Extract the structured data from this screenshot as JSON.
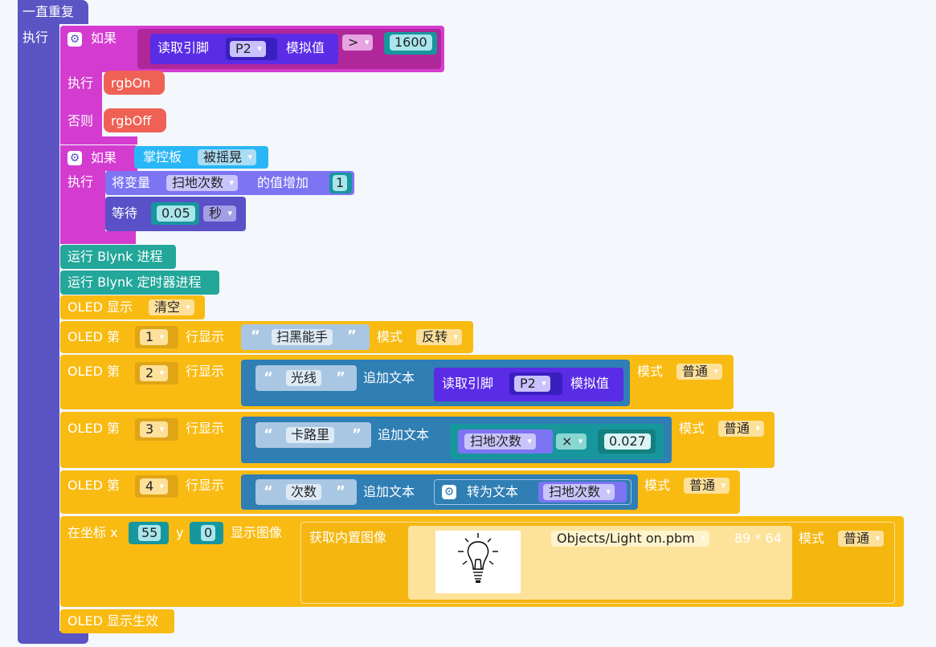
{
  "forever": {
    "label": "一直重复",
    "do_label": "执行"
  },
  "if1": {
    "if_label": "如果",
    "read_pin_label": "读取引脚",
    "pin": "P2",
    "analog_label": "模拟值",
    "operator": ">",
    "threshold": "1600",
    "then_label": "执行",
    "then_action": "rgbOn",
    "else_label": "否则",
    "else_action": "rgbOff"
  },
  "if2": {
    "if_label": "如果",
    "board_label": "掌控板",
    "gesture": "被摇晃",
    "then_label": "执行",
    "change_var_label": "将变量",
    "var_name": "扫地次数",
    "increase_label": "的值增加",
    "increase_value": "1",
    "wait_label": "等待",
    "wait_value": "0.05",
    "wait_unit": "秒"
  },
  "blynk": {
    "run_label": "运行 Blynk 进程",
    "timer_label": "运行 Blynk 定时器进程"
  },
  "oled": {
    "show_label": "OLED 显示",
    "clear_option": "清空",
    "line_prefix": "OLED 第",
    "line_show": "行显示",
    "mode_label": "模式",
    "append_label": "追加文本",
    "lines": [
      {
        "line": "1",
        "text": "扫黑能手",
        "mode": "反转"
      },
      {
        "line": "2",
        "text": "光线",
        "mode": "普通",
        "append_read": "读取引脚",
        "append_pin": "P2",
        "append_analog": "模拟值"
      },
      {
        "line": "3",
        "text": "卡路里",
        "mode": "普通",
        "var": "扫地次数",
        "op": "×",
        "factor": "0.027"
      },
      {
        "line": "4",
        "text": "次数",
        "mode": "普通",
        "to_text": "转为文本",
        "var": "扫地次数"
      }
    ],
    "image": {
      "coord_label": "在坐标 x",
      "x": "55",
      "y_label": "y",
      "y": "0",
      "show_image_label": "显示图像",
      "get_builtin_label": "获取内置图像",
      "file": "Objects/Light on.pbm",
      "size": "89 * 64",
      "mode_label": "模式",
      "mode": "普通"
    },
    "apply_label": "OLED 显示生效"
  },
  "colors": {
    "loop": "#5b54c4",
    "logic": "#d43cd0",
    "rgb": "#f06155",
    "board": "#29b6f6",
    "var": "#7c74f3",
    "wait": "#5a50c8",
    "blynk": "#22a79a",
    "oled": "#f9bb12",
    "text": "#2f7eb4",
    "pin": "#5a2ce6",
    "math": "#17969e"
  }
}
